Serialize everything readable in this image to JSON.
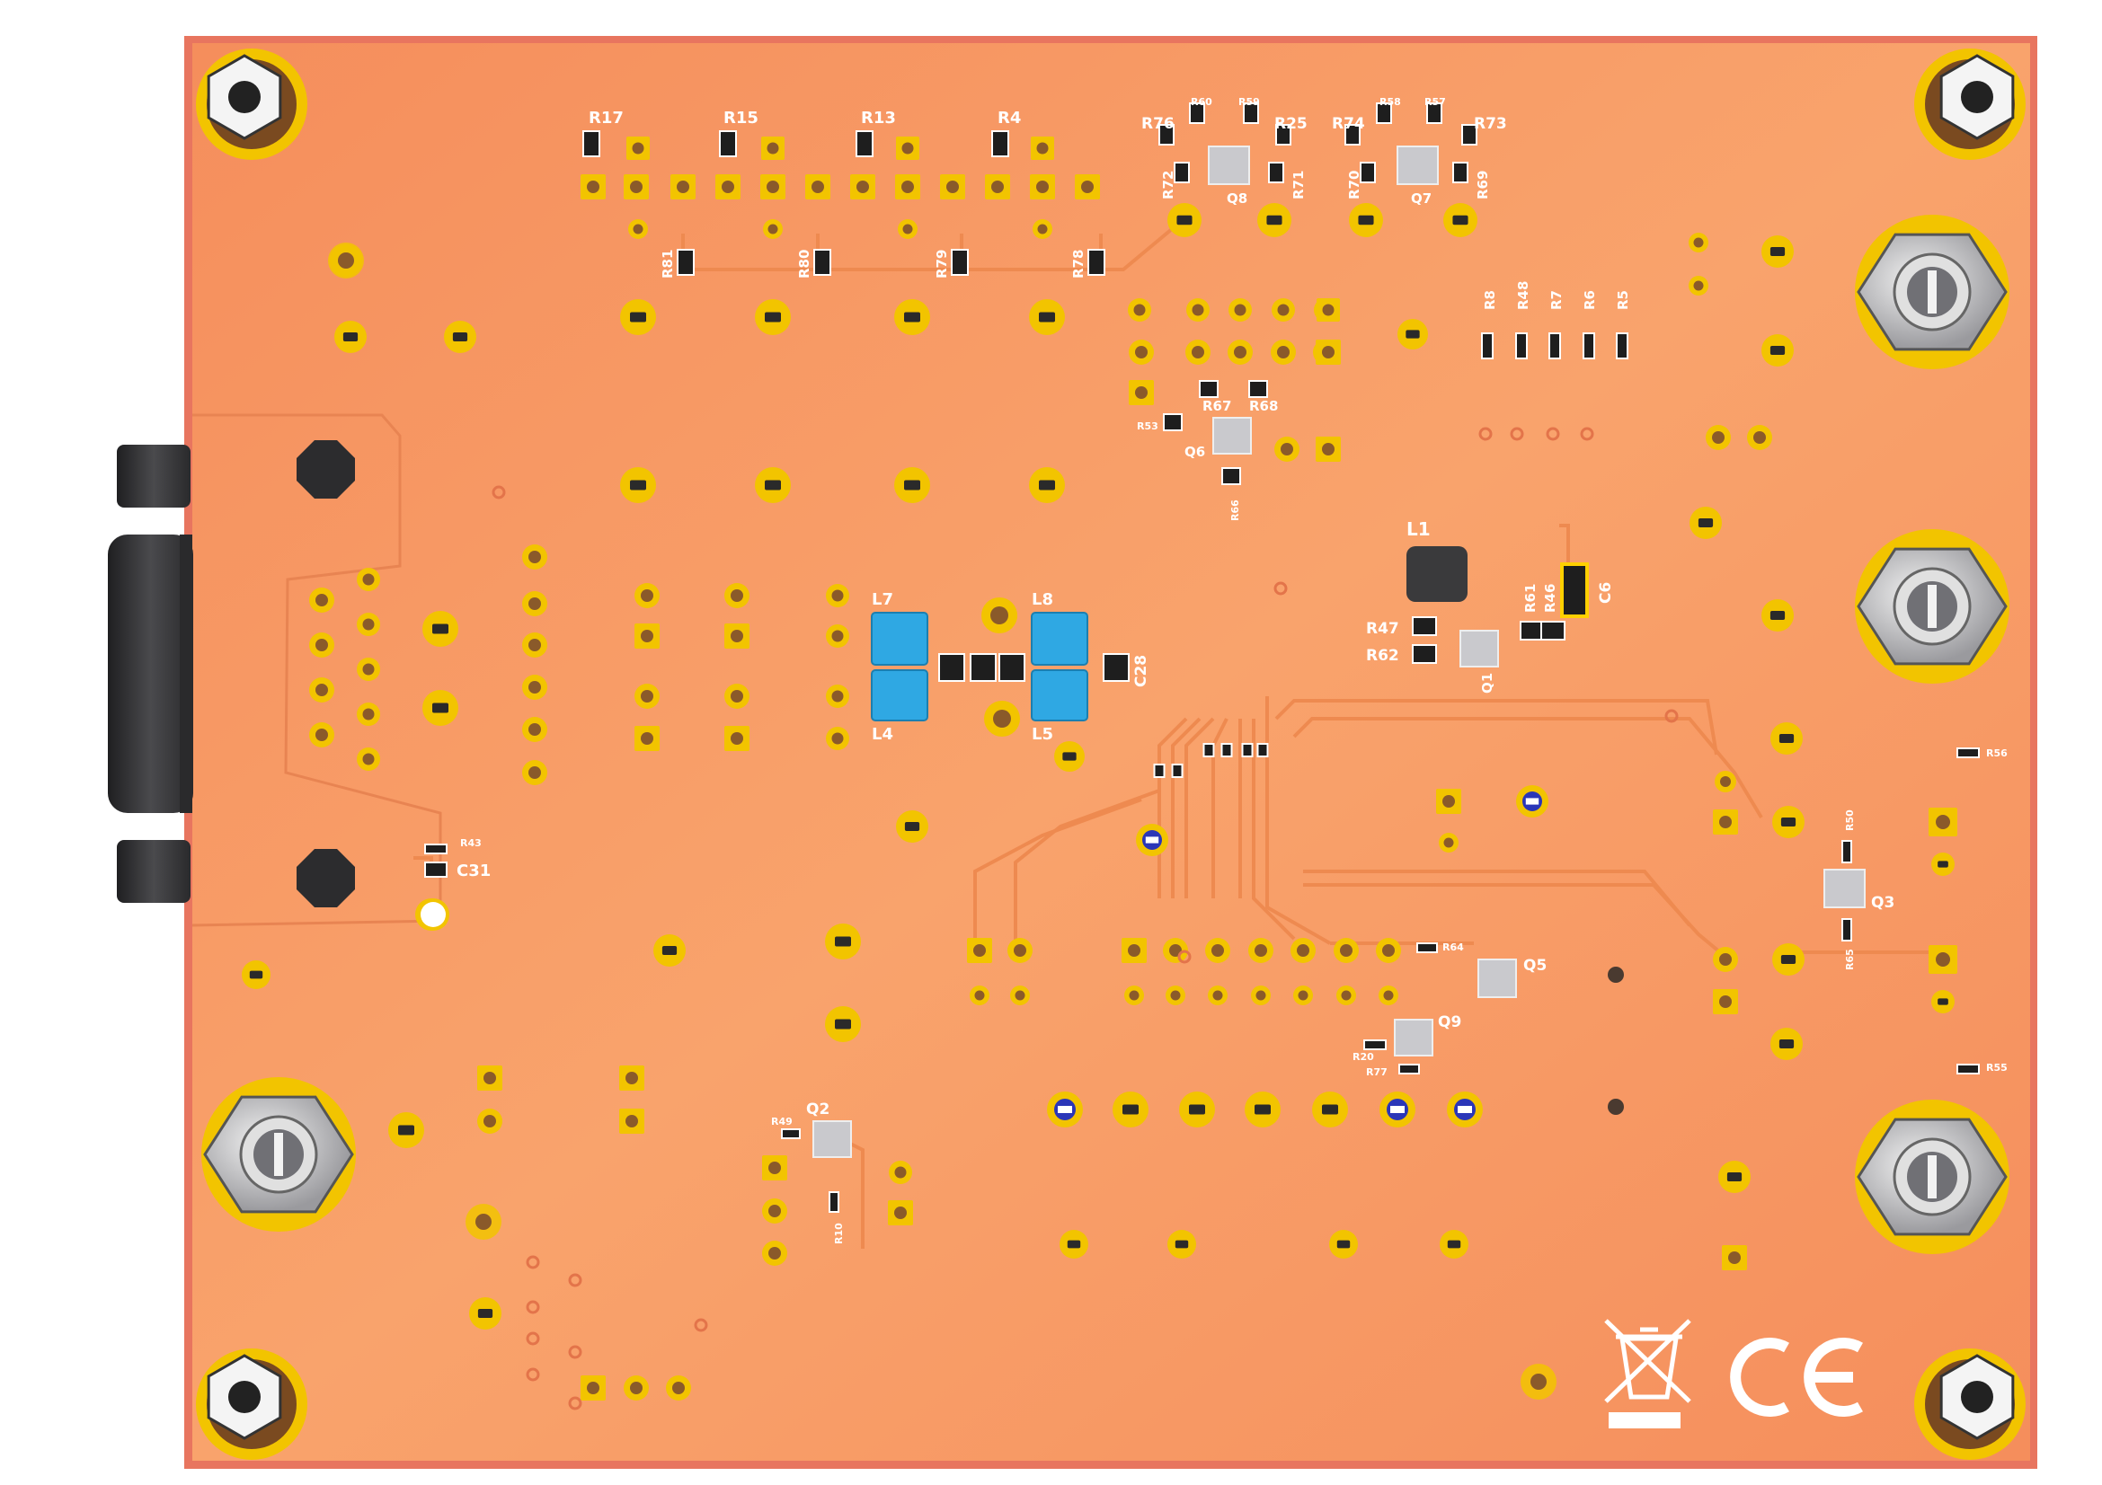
{
  "colors": {
    "board": "#f79a64",
    "board_edge": "#e8755f",
    "pad_gold": "#f2c400",
    "pad_dark": "#7a4f2a",
    "silk": "#ffffff",
    "smd_blue": "#2fa8e3",
    "ic_gray": "#c9c9cd",
    "connector": "#3b3b3d",
    "trace": "#f08c54"
  },
  "icons": {
    "weee": "crossed-bin-icon",
    "ce": "ce-mark-icon",
    "standoff": "hex-standoff-icon",
    "db9": "db9-connector-icon"
  },
  "labels": {
    "r17": "R17",
    "r15": "R15",
    "r13": "R13",
    "r4": "R4",
    "r81": "R81",
    "r80": "R80",
    "r79": "R79",
    "r78": "R78",
    "r76": "R76",
    "r25": "R25",
    "r72": "R72",
    "r71": "R71",
    "q8": "Q8",
    "r74": "R74",
    "r73": "R73",
    "r70": "R70",
    "r69": "R69",
    "q7": "Q7",
    "r60": "R60",
    "r59": "R59",
    "r58": "R58",
    "r57": "R57",
    "r8": "R8",
    "r48": "R48",
    "r7": "R7",
    "r6": "R6",
    "r5": "R5",
    "r67": "R67",
    "r68": "R68",
    "q6": "Q6",
    "r53": "R53",
    "r66": "R66",
    "l1": "L1",
    "r61": "R61",
    "r46": "R46",
    "c6": "C6",
    "r47": "R47",
    "r62": "R62",
    "q1": "Q1",
    "l7": "L7",
    "l8": "L8",
    "l4": "L4",
    "l5": "L5",
    "c28": "C28",
    "r43": "R43",
    "c31": "C31",
    "r56": "R56",
    "r50": "R50",
    "q3": "Q3",
    "r65": "R65",
    "r55": "R55",
    "r64": "R64",
    "q5": "Q5",
    "q9": "Q9",
    "r20": "R20",
    "r77": "R77",
    "q2": "Q2",
    "r49": "R49",
    "r10": "R10"
  }
}
